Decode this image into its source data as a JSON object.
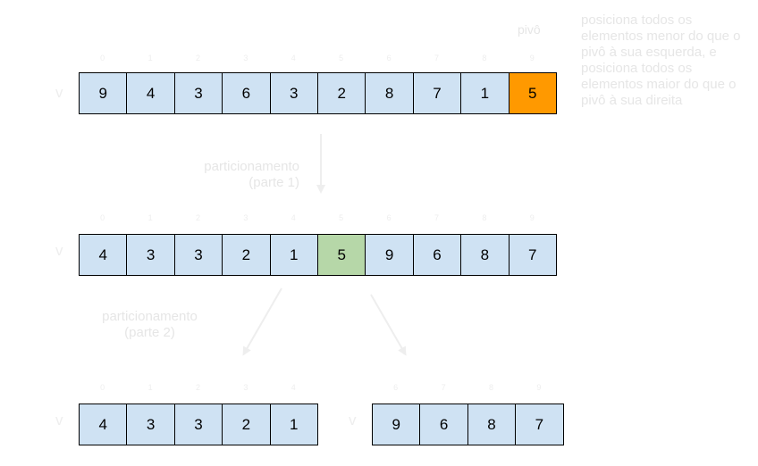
{
  "labels": {
    "pivot": "pivô",
    "description": "posiciona todos os elementos menor do que o pivô à sua esquerda, e posiciona todos os elementos maior do que o pivô à sua direita",
    "partition1": [
      "particionamento",
      "(parte 1)"
    ],
    "partition2": [
      "particionamento",
      "(parte 2)"
    ],
    "vector_label": "v"
  },
  "colors": {
    "cell": "#cfe2f3",
    "pivot_highlight": "#ff9900",
    "pivot_placed": "#b6d7a8",
    "border": "#000000",
    "light": "#eeeeee"
  },
  "arrays": [
    {
      "id": "original",
      "indices": [
        "0",
        "1",
        "2",
        "3",
        "4",
        "5",
        "6",
        "7",
        "8",
        "9"
      ],
      "values": [
        "9",
        "4",
        "3",
        "6",
        "3",
        "2",
        "8",
        "7",
        "1",
        "5"
      ],
      "highlight_index": 9,
      "highlight_color": "#ff9900"
    },
    {
      "id": "partitioned",
      "indices": [
        "0",
        "1",
        "2",
        "3",
        "4",
        "5",
        "6",
        "7",
        "8",
        "9"
      ],
      "values": [
        "4",
        "3",
        "3",
        "2",
        "1",
        "5",
        "9",
        "6",
        "8",
        "7"
      ],
      "highlight_index": 5,
      "highlight_color": "#b6d7a8"
    },
    {
      "id": "left-sub",
      "indices": [
        "0",
        "1",
        "2",
        "3",
        "4"
      ],
      "values": [
        "4",
        "3",
        "3",
        "2",
        "1"
      ],
      "highlight_index": null,
      "highlight_color": null
    },
    {
      "id": "right-sub",
      "indices": [
        "6",
        "7",
        "8",
        "9"
      ],
      "values": [
        "9",
        "6",
        "8",
        "7"
      ],
      "highlight_index": null,
      "highlight_color": null
    }
  ]
}
